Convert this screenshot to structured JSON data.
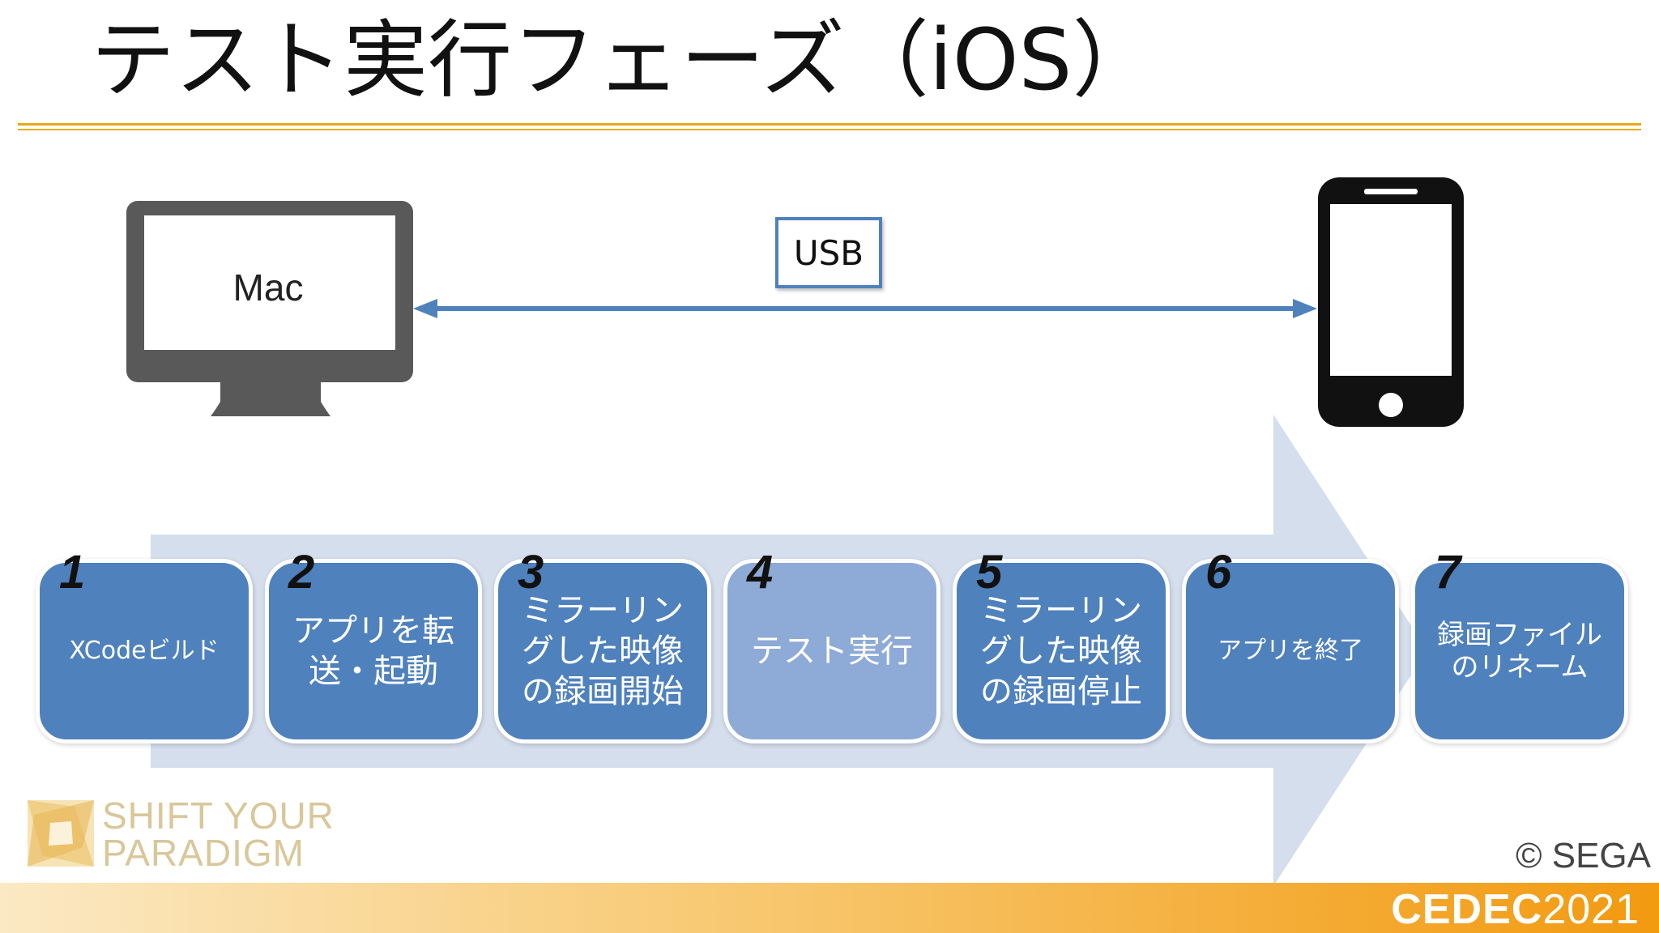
{
  "slide": {
    "title": "テスト実行フェーズ（iOS）"
  },
  "diagram": {
    "mac_label": "Mac",
    "usb_label": "USB",
    "steps": [
      {
        "number": "1",
        "label": "XCodeビルド"
      },
      {
        "number": "2",
        "label": "アプリを転送・起動"
      },
      {
        "number": "3",
        "label": "ミラーリングした映像の録画開始"
      },
      {
        "number": "4",
        "label": "テスト実行"
      },
      {
        "number": "5",
        "label": "ミラーリングした映像の録画停止"
      },
      {
        "number": "6",
        "label": "アプリを終了"
      },
      {
        "number": "7",
        "label": "録画ファイルのリネーム"
      }
    ]
  },
  "footer": {
    "logo_line1": "SHIFT YOUR",
    "logo_line2": "PARADIGM",
    "copyright": "© SEGA",
    "event_name": "CEDEC",
    "event_year": "2021"
  },
  "colors": {
    "accent_rule": "#e6a817",
    "step_fill": "#4f81bd",
    "step_fill_highlight": "#8eaad6",
    "flow_arrow": "#d5deec"
  }
}
